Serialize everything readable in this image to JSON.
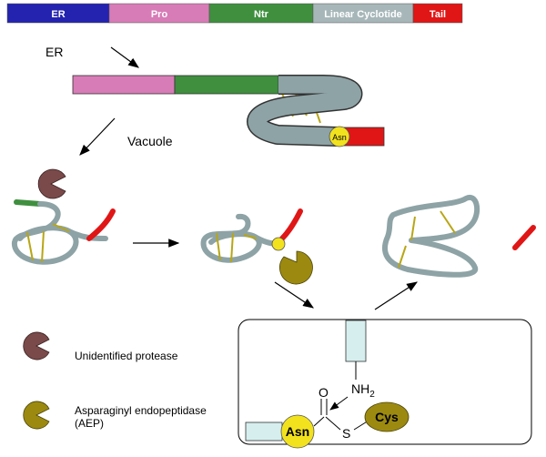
{
  "domain_bar": {
    "segments": [
      {
        "label": "ER",
        "color": "#2323b0"
      },
      {
        "label": "Pro",
        "color": "#d77cb7"
      },
      {
        "label": "Ntr",
        "color": "#3f8f3f"
      },
      {
        "label": "Linear Cyclotide",
        "color": "#a7b7b9"
      },
      {
        "label": "Tail",
        "color": "#e01616"
      }
    ]
  },
  "labels": {
    "er": "ER",
    "vacuole": "Vacuole",
    "asn_small": "Asn"
  },
  "legend": {
    "protease": "Unidentified protease",
    "aep_line1": "Asparaginyl endopeptidase",
    "aep_line2": "(AEP)"
  },
  "reaction": {
    "nh2": "NH",
    "nh2_sub": "2",
    "oxygen": "O",
    "sulfur": "S",
    "asn": "Asn",
    "cys": "Cys"
  },
  "colors": {
    "protease": "#7a4a4a",
    "aep": "#9c8a10",
    "backbone": "#8ea3a6",
    "disulfide": "#b8a616",
    "asn_yellow": "#f2e21e",
    "tail_red": "#e01616",
    "ntr_green": "#3f8f3f",
    "pro_pink": "#d77cb7"
  }
}
